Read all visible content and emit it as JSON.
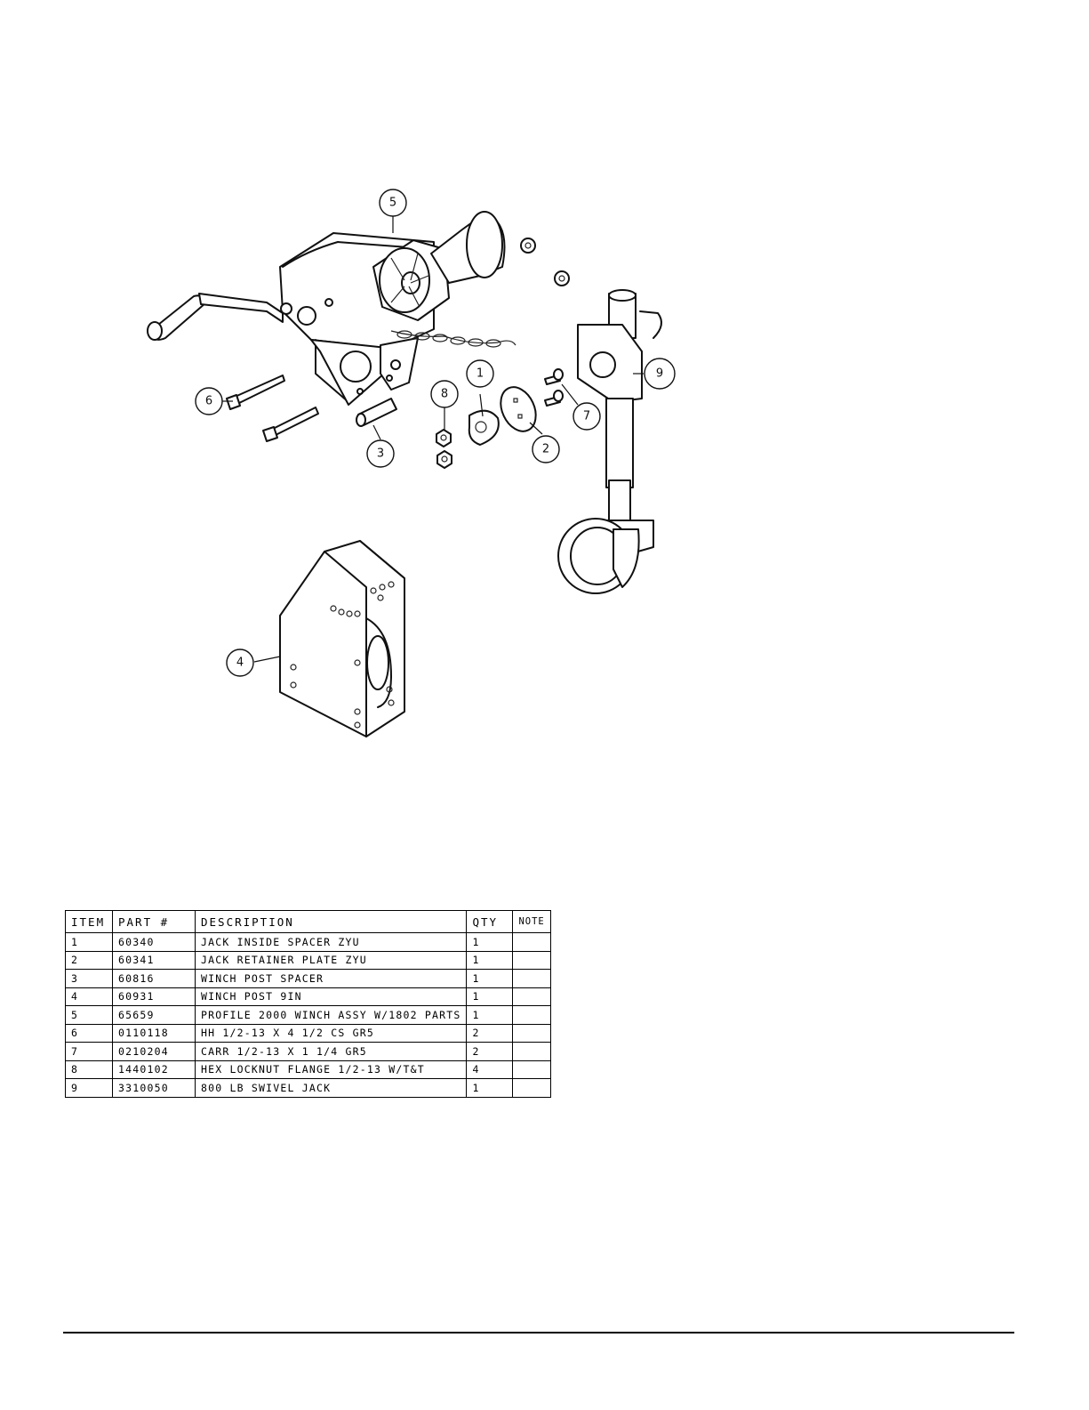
{
  "callouts": [
    "1",
    "2",
    "3",
    "4",
    "5",
    "6",
    "7",
    "8",
    "9"
  ],
  "table": {
    "headers": [
      "ITEM",
      "PART #",
      "DESCRIPTION",
      "QTY",
      "NOTE"
    ],
    "rows": [
      [
        "1",
        "60340",
        "JACK INSIDE SPACER ZYU",
        "1",
        ""
      ],
      [
        "2",
        "60341",
        "JACK RETAINER PLATE ZYU",
        "1",
        ""
      ],
      [
        "3",
        "60816",
        "WINCH POST SPACER",
        "1",
        ""
      ],
      [
        "4",
        "60931",
        "WINCH POST 9IN",
        "1",
        ""
      ],
      [
        "5",
        "65659",
        "PROFILE 2000 WINCH ASSY W/1802 PARTS",
        "1",
        ""
      ],
      [
        "6",
        "0110118",
        "HH 1/2-13 X 4 1/2 CS GR5",
        "2",
        ""
      ],
      [
        "7",
        "0210204",
        "CARR 1/2-13 X 1 1/4 GR5",
        "2",
        ""
      ],
      [
        "8",
        "1440102",
        "HEX LOCKNUT FLANGE 1/2-13 W/T&T",
        "4",
        ""
      ],
      [
        "9",
        "3310050",
        "800 LB SWIVEL JACK",
        "1",
        ""
      ]
    ]
  }
}
